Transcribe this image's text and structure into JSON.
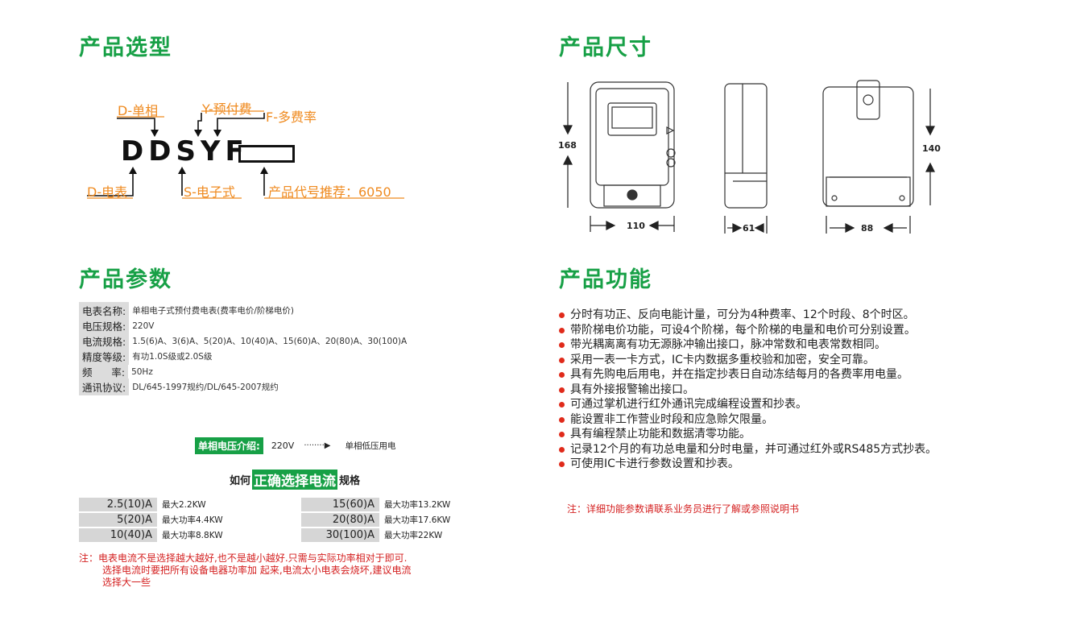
{
  "selection": {
    "title": "产品选型",
    "code": "DDSYF",
    "top_labels": [
      "D-单相",
      "Y-预付费",
      "F-多费率"
    ],
    "bottom_labels": [
      "D-电表",
      "S-电子式",
      "产品代号推荐：6050"
    ]
  },
  "dimensions": {
    "title": "产品尺寸",
    "height_front": "168",
    "width_front": "110",
    "depth_side": "61",
    "height_back": "140",
    "width_back": "88"
  },
  "params": {
    "title": "产品参数",
    "rows": [
      {
        "label": "电表名称:",
        "value": "单相电子式预付费电表(费率电价/阶梯电价)"
      },
      {
        "label": "电压规格:",
        "value": "220V"
      },
      {
        "label": "电流规格:",
        "value": "1.5(6)A、3(6)A、5(20)A、10(40)A、15(60)A、20(80)A、30(100)A"
      },
      {
        "label": "精度等级:",
        "value": "有功1.0S级或2.0S级"
      },
      {
        "label": "频      率:",
        "value": "50Hz"
      },
      {
        "label": "通讯协议:",
        "value": "DL/645-1997规约/DL/645-2007规约"
      }
    ],
    "voltage_intro": {
      "tag": "单相电压介绍:",
      "value": "220V",
      "arrow": "········▶",
      "desc": "单相低压用电"
    },
    "current_heading": {
      "prefix": "如何",
      "highlight": "正确选择电流",
      "suffix": "规格"
    },
    "current_specs_left": [
      {
        "current": "2.5(10)A",
        "power": "最大2.2KW"
      },
      {
        "current": "5(20)A",
        "power": "最大功率4.4KW"
      },
      {
        "current": "10(40)A",
        "power": "最大功率8.8KW"
      }
    ],
    "current_specs_right": [
      {
        "current": "15(60)A",
        "power": "最大功率13.2KW"
      },
      {
        "current": "20(80)A",
        "power": "最大功率17.6KW"
      },
      {
        "current": "30(100)A",
        "power": "最大功率22KW"
      }
    ],
    "note_lines": [
      "注：电表电流不是选择越大越好,也不是越小越好.只需与实际功率相对于即可.",
      "选择电流时要把所有设备电器功率加 起来,电流太小电表会烧坏,建议电流",
      "选择大一些"
    ]
  },
  "functions": {
    "title": "产品功能",
    "items": [
      "分时有功正、反向电能计量，可分为4种费率、12个时段、8个时区。",
      "带阶梯电价功能，可设4个阶梯，每个阶梯的电量和电价可分别设置。",
      "带光耦离离有功无源脉冲输出接口，脉冲常数和电表常数相同。",
      "采用一表一卡方式，IC卡内数据多重校验和加密，安全可靠。",
      "具有先购电后用电，并在指定抄表日自动冻结每月的各费率用电量。",
      "具有外接报警输出接口。",
      "可通过掌机进行红外通讯完成编程设置和抄表。",
      "能设置非工作营业时段和应急赊欠限量。",
      "具有编程禁止功能和数据清零功能。",
      "记录12个月的有功总电量和分时电量，并可通过红外或RS485方式抄表。",
      "可使用IC卡进行参数设置和抄表。"
    ],
    "note": "注：详细功能参数请联系业务员进行了解或参照说明书"
  },
  "colors": {
    "green": "#17a046",
    "orange": "#ef8a1f",
    "red": "#d42020"
  }
}
